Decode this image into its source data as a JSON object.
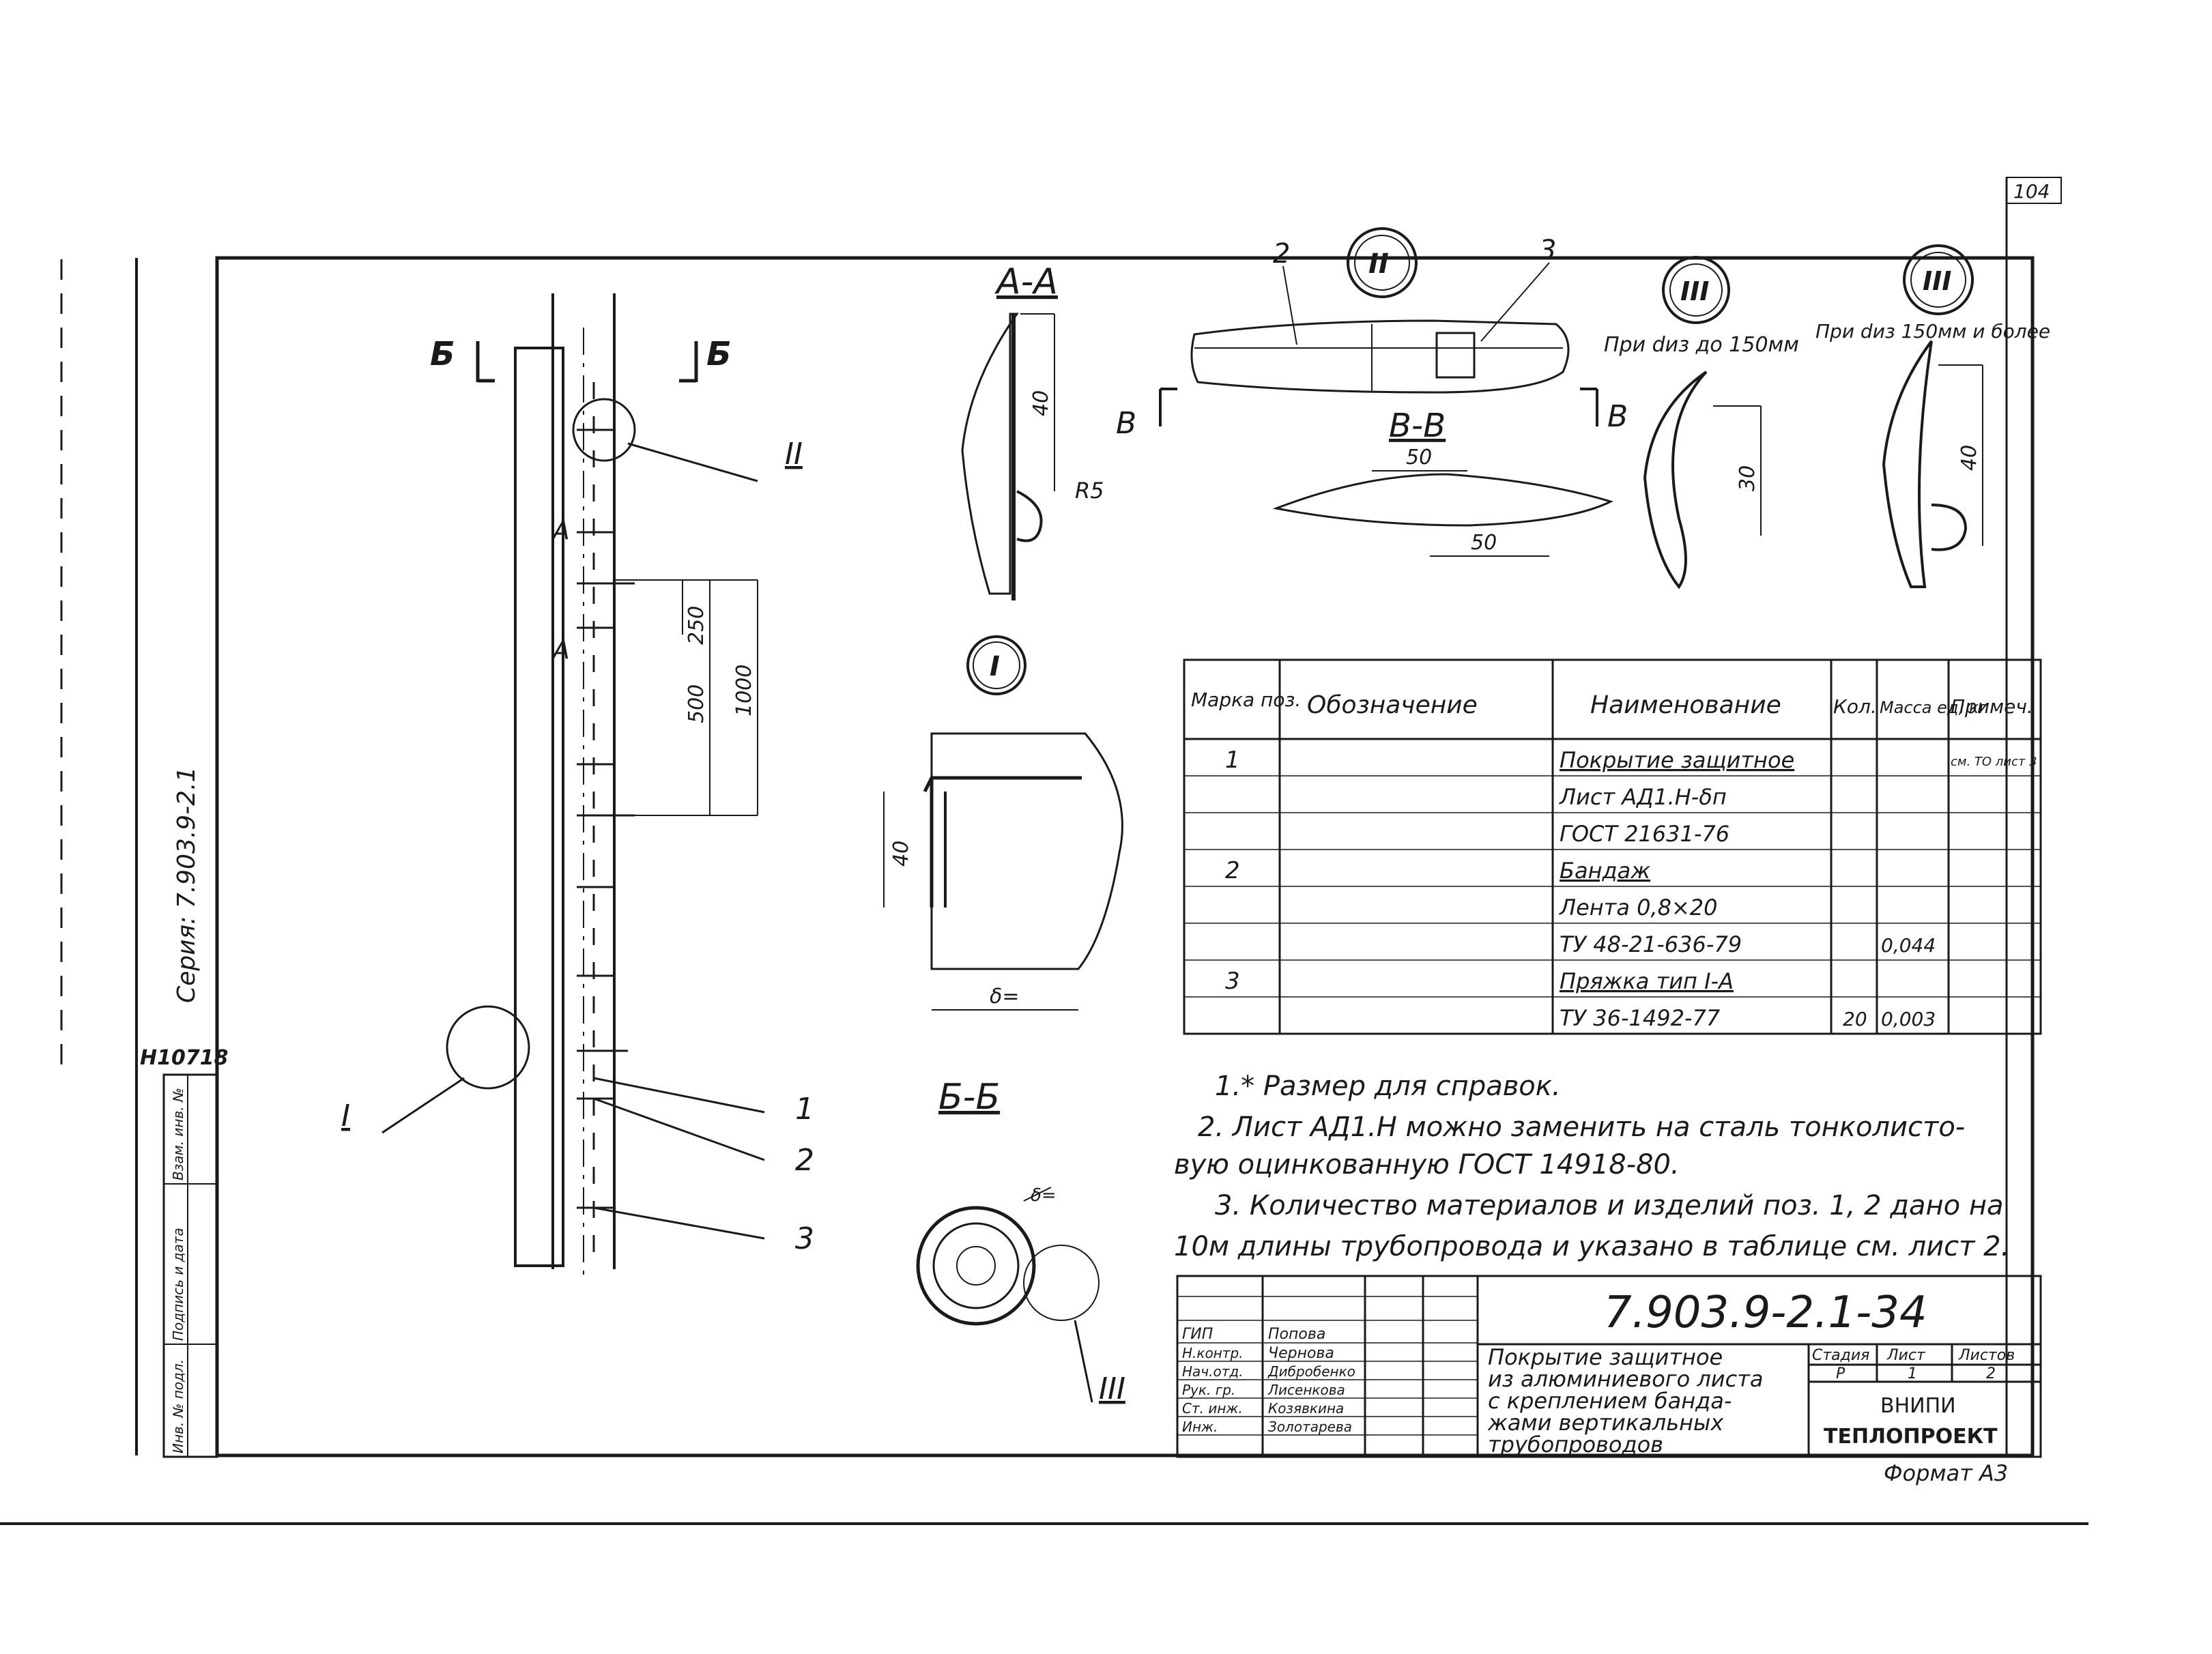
{
  "sheet": {
    "page_number": "104",
    "series": "Серия: 7.903.9-2.1",
    "archive_no": "Н10718",
    "format": "Формат А3",
    "designation": "7.903.9-2.1-34",
    "title_lines": [
      "Покрытие защитное",
      "из алюминиевого листа",
      "с креплением банда-",
      "жами вертикальных",
      "трубопроводов"
    ],
    "organization_lines": [
      "ВНИПИ",
      "ТЕПЛОПРОЕКТ"
    ],
    "stage_headers": [
      "Стадия",
      "Лист",
      "Листов"
    ],
    "stage_values": [
      "Р",
      "1",
      "2"
    ]
  },
  "side_stamp": {
    "labels": [
      "Инв. № подл.",
      "Подпись и дата",
      "Взам. инв. №"
    ]
  },
  "signatures": [
    {
      "role": "ГИП",
      "name": "Попова"
    },
    {
      "role": "Н.контр.",
      "name": "Чернова"
    },
    {
      "role": "Нач.отд.",
      "name": "Дибробенко"
    },
    {
      "role": "Рук. гр.",
      "name": "Лисенкова"
    },
    {
      "role": "Ст. инж.",
      "name": "Козявкина"
    },
    {
      "role": "Инж.",
      "name": "Золотарева"
    }
  ],
  "views": {
    "main": {
      "cut_left": "Б",
      "cut_right": "Б",
      "section_marks": [
        "А",
        "А"
      ],
      "dims": [
        "250",
        "500",
        "1000"
      ],
      "callouts": [
        "II",
        "I",
        "1",
        "2",
        "3"
      ]
    },
    "section_aa": {
      "title": "А-А",
      "dims": [
        "40",
        "R5"
      ]
    },
    "detail_i": {
      "tag": "I",
      "dims": [
        "40",
        "δ="
      ]
    },
    "section_bb": {
      "title": "Б-Б",
      "dims": [
        "δ="
      ],
      "callout": "III"
    },
    "detail_ii": {
      "tag": "II",
      "callouts": [
        "2",
        "3"
      ],
      "cut": "В",
      "cut_right": "В"
    },
    "section_vv": {
      "title": "В-В",
      "dims": [
        "50",
        "50"
      ]
    },
    "detail_iii_small": {
      "tag": "III",
      "note": "При dиз до 150мм",
      "dim": "30"
    },
    "detail_iii_large": {
      "tag": "III",
      "note": "При dиз 150мм и более",
      "dim": "40"
    }
  },
  "spec_table": {
    "headers": [
      "Марка поз.",
      "Обозначение",
      "Наименование",
      "Кол.",
      "Масса ед, кг",
      "Примеч."
    ],
    "rows": [
      [
        "1",
        "",
        "Покрытие защитное",
        "",
        "",
        "см. ТО лист 3"
      ],
      [
        "",
        "",
        "Лист АД1.Н-δп",
        "",
        "",
        ""
      ],
      [
        "",
        "",
        "ГОСТ 21631-76",
        "",
        "",
        ""
      ],
      [
        "2",
        "",
        "Бандаж",
        "",
        "",
        ""
      ],
      [
        "",
        "",
        "Лента 0,8×20",
        "",
        "",
        ""
      ],
      [
        "",
        "",
        "ТУ 48-21-636-79",
        "",
        "0,044",
        ""
      ],
      [
        "3",
        "",
        "Пряжка тип I-А",
        "",
        "",
        ""
      ],
      [
        "",
        "",
        "ТУ 36-1492-77",
        "20",
        "0,003",
        ""
      ]
    ]
  },
  "notes": [
    "1.* Размер для справок.",
    "2. Лист АД1.Н можно заменить на сталь тонколисто-",
    "вую оцинкованную ГОСТ 14918-80.",
    "3. Количество материалов и изделий поз. 1, 2 дано на",
    "10м длины трубопровода и указано в таблице см. лист 2."
  ]
}
